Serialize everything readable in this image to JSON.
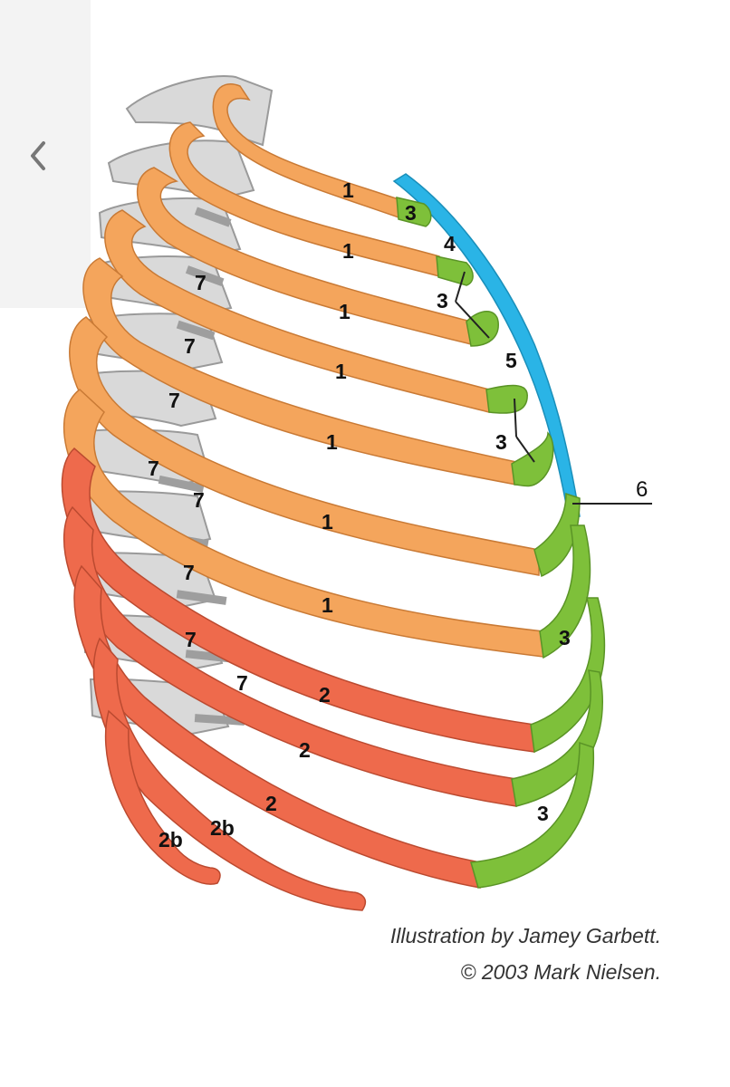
{
  "back_button": {
    "icon": "chevron-left-icon"
  },
  "colors": {
    "true_ribs": "#f4a55c",
    "false_ribs": "#ee6a4c",
    "costal_cartilage": "#7ec03a",
    "sternum": "#2ab4e6",
    "spine": "#d6d6d6"
  },
  "labels": {
    "true_rib": "1",
    "false_rib": "2",
    "floating_rib": "2b",
    "costal_cartilage": "3",
    "manubrium": "4",
    "sternum_body": "5",
    "xiphoid": "6",
    "intercostal": "7"
  },
  "credit": {
    "line1": "Illustration by Jamey Garbett.",
    "line2": "© 2003 Mark Nielsen."
  }
}
